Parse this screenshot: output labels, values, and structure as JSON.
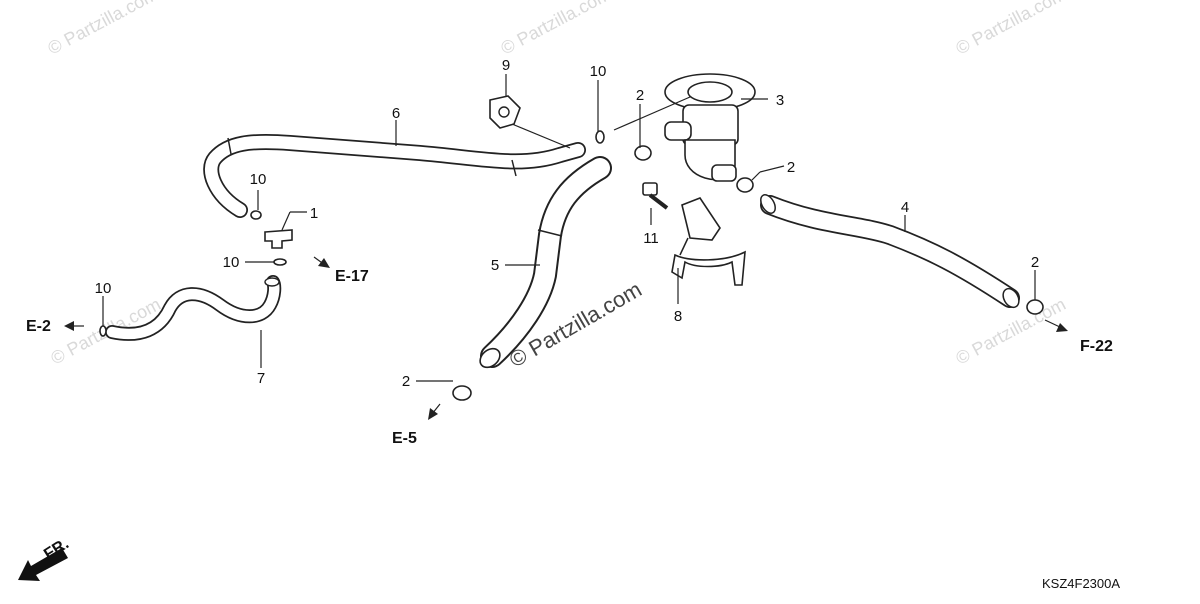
{
  "watermarks": {
    "corner_text": "© Partzilla.com",
    "center_text": "© Partzilla.com"
  },
  "callouts": {
    "c1": "1",
    "c2a": "2",
    "c2b": "2",
    "c2c": "2",
    "c2d": "2",
    "c3": "3",
    "c4": "4",
    "c5": "5",
    "c6": "6",
    "c7": "7",
    "c8": "8",
    "c9": "9",
    "c10a": "10",
    "c10b": "10",
    "c10c": "10",
    "c10d": "10",
    "c11": "11"
  },
  "references": {
    "e17": "E-17",
    "e2": "E-2",
    "e5": "E-5",
    "f22": "F-22",
    "fr": "FR."
  },
  "diagram_code": "KSZ4F2300A",
  "colors": {
    "hose_outline": "#222222",
    "hose_body": "#ffffff",
    "watermark": "#d9d9d9"
  }
}
